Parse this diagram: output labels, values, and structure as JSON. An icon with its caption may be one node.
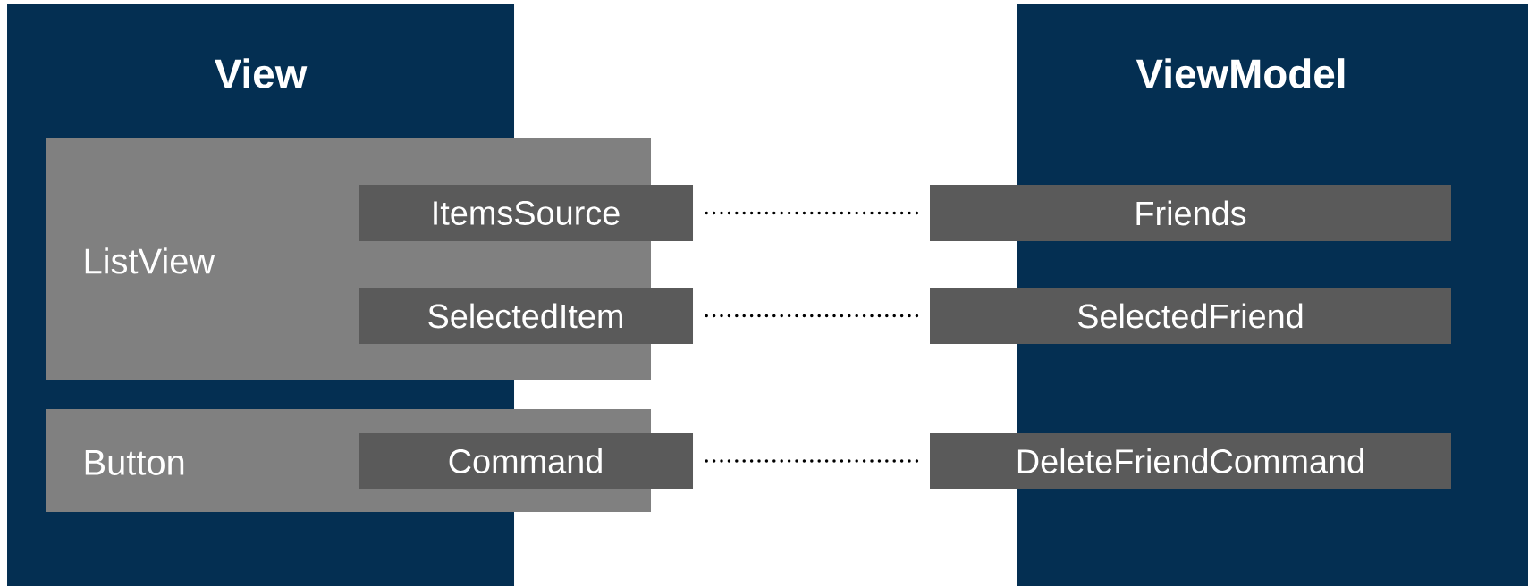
{
  "diagram": {
    "nodes": [
      {
        "text": [
          "View"
        ]
      },
      {
        "text": [
          "ViewModel"
        ]
      },
      {
        "text": [
          "ListView"
        ]
      },
      {
        "text": [
          "ItemsSource"
        ]
      },
      {
        "text": [
          "Friends"
        ]
      },
      {
        "text": [
          "SelectedItem"
        ]
      },
      {
        "text": [
          "SelectedFriend"
        ]
      },
      {
        "text": [
          "Button"
        ]
      },
      {
        "text": [
          "Command"
        ]
      },
      {
        "text": [
          "DeleteFriendCommand"
        ]
      }
    ],
    "edges": [
      {
        "from": 3,
        "to": 4,
        "arrow": "none"
      },
      {
        "from": 5,
        "to": 6,
        "arrow": "none"
      },
      {
        "from": 8,
        "to": 9,
        "arrow": "none"
      }
    ]
  }
}
